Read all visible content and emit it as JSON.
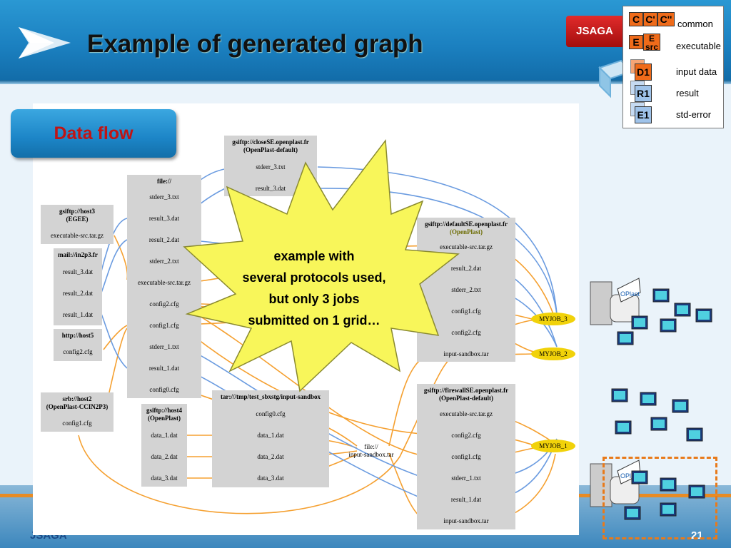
{
  "slide": {
    "title": "Example of generated graph",
    "brand": "JSAGA",
    "footer": "JSAGA",
    "page_number": "21",
    "section_label": "Data flow"
  },
  "legend": {
    "items": [
      {
        "tiles": [
          "C",
          "C'",
          "C''"
        ],
        "label": "common",
        "color": "#ef6b1a"
      },
      {
        "tiles": [
          "E",
          "E src"
        ],
        "label": "executable",
        "color": "#ef6b1a"
      },
      {
        "tiles": [
          "D1"
        ],
        "label": "input data",
        "color": "#ef6b1a"
      },
      {
        "tiles": [
          "R1"
        ],
        "label": "result",
        "color": "#9fc3ea"
      },
      {
        "tiles": [
          "E1"
        ],
        "label": "std-error",
        "color": "#9fc3ea"
      }
    ]
  },
  "callout": {
    "lines": [
      "example with",
      "several protocols used,",
      "but only 3 jobs",
      "submitted on 1 grid…"
    ]
  },
  "graph": {
    "nodes": {
      "host3": {
        "header": [
          "gsiftp://host3",
          "(EGEE)"
        ],
        "rows": [
          "executable-src.tar.gz"
        ]
      },
      "mail": {
        "header": [
          "mail://in2p3.fr"
        ],
        "rows": [
          "result_3.dat",
          "result_2.dat",
          "result_1.dat"
        ]
      },
      "host5": {
        "header": [
          "http://host5"
        ],
        "rows": [
          "config2.cfg"
        ]
      },
      "host2": {
        "header": [
          "srb://host2",
          "(OpenPlast-CCIN2P3)"
        ],
        "rows": [
          "config1.cfg"
        ]
      },
      "file": {
        "header": [
          "file://"
        ],
        "rows": [
          "stderr_3.txt",
          "result_3.dat",
          "result_2.dat",
          "stderr_2.txt",
          "executable-src.tar.gz",
          "config2.cfg",
          "config1.cfg",
          "stderr_1.txt",
          "result_1.dat",
          "config0.cfg"
        ]
      },
      "host4": {
        "header": [
          "gsiftp://host4",
          "(OpenPlast)"
        ],
        "rows": [
          "data_1.dat",
          "data_2.dat",
          "data_3.dat"
        ]
      },
      "closeSE": {
        "header": [
          "gsiftp://closeSE.openplast.fr",
          "(OpenPlast-default)"
        ],
        "rows": [
          "stderr_3.txt",
          "result_3.dat"
        ]
      },
      "tar": {
        "header": [
          "tar:///tmp/test_sbxstg/input-sandbox"
        ],
        "rows": [
          "config0.cfg",
          "data_1.dat",
          "data_2.dat",
          "data_3.dat"
        ]
      },
      "defaultSE": {
        "header": [
          "gsiftp://defaultSE.openplast.fr",
          "(OpenPlast)"
        ],
        "rows": [
          "executable-src.tar.gz",
          "result_2.dat",
          "stderr_2.txt",
          "config1.cfg",
          "config2.cfg",
          "input-sandbox.tar"
        ]
      },
      "firewallSE": {
        "header": [
          "gsiftp://firewallSE.openplast.fr",
          "(OpenPlast-default)"
        ],
        "rows": [
          "executable-src.tar.gz",
          "config2.cfg",
          "config1.cfg",
          "stderr_1.txt",
          "result_1.dat",
          "input-sandbox.tar"
        ]
      }
    },
    "sandbox_file": [
      "file://",
      "input-sandbox.tar"
    ],
    "jobs": [
      "MYJOB_3",
      "MYJOB_2",
      "MYJOB_1"
    ],
    "edge_colors": {
      "input": "#f5a030",
      "output": "#6a9be0"
    }
  },
  "clusters": {
    "label": "OPlast"
  }
}
